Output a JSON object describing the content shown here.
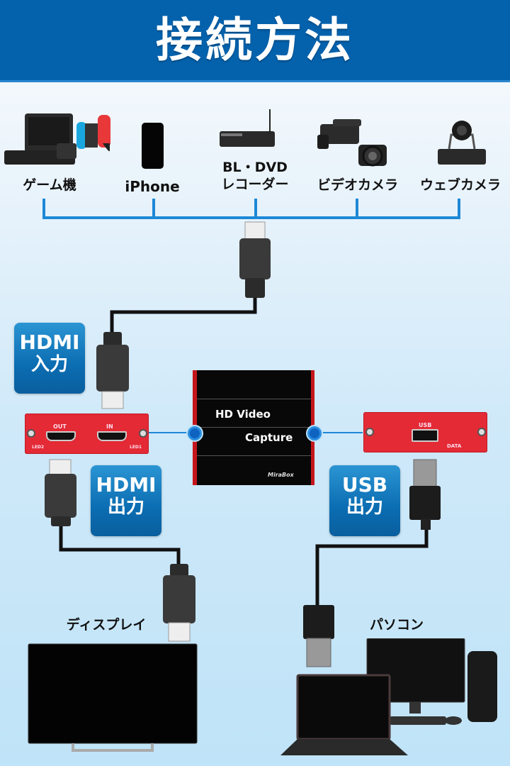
{
  "header": {
    "title": "接続方法"
  },
  "sources": [
    {
      "label": "ゲーム機",
      "icon": "game-console-icon"
    },
    {
      "label": "iPhone",
      "icon": "smartphone-icon"
    },
    {
      "label_line1": "BL・DVD",
      "label_line2": "レコーダー",
      "icon": "recorder-icon"
    },
    {
      "label": "ビデオカメラ",
      "icon": "video-camera-icon"
    },
    {
      "label": "ウェブカメラ",
      "icon": "webcam-icon"
    }
  ],
  "badges": {
    "hdmi_in": {
      "line1": "HDMI",
      "line2": "入力"
    },
    "hdmi_out": {
      "line1": "HDMI",
      "line2": "出力"
    },
    "usb_out": {
      "line1": "USB",
      "line2": "出力"
    }
  },
  "device": {
    "line1": "HD Video",
    "line2": "Capture",
    "brand": "MiraBox",
    "left_panel": {
      "out_label": "OUT",
      "in_label": "IN",
      "led_left": "LED2",
      "led_right": "LED1"
    },
    "right_panel": {
      "usb_label": "USB",
      "data_label": "DATA"
    }
  },
  "outputs": {
    "display": {
      "label": "ディスプレイ",
      "icon": "tv-display-icon"
    },
    "pc": {
      "label": "パソコン",
      "icon": "computer-icon"
    }
  },
  "colors": {
    "header": "#0462ad",
    "line": "#1e88d6",
    "panel": "#e32a35",
    "badge": "#0b6db2"
  }
}
